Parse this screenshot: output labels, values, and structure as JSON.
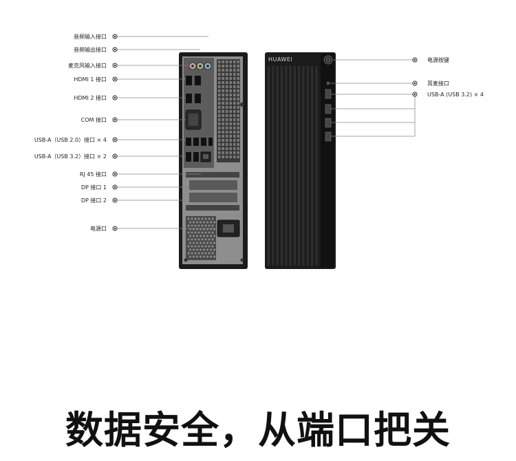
{
  "rear_ports": [
    "音频输入接口",
    "音频输出接口",
    "麦克风输入接口",
    "HDMI 1 接口",
    "HDMI 2 接口",
    "COM 接口",
    "USB-A（USB 2.0）接口 × 4",
    "USB-A（USB 3.2）接口 × 2",
    "RJ 45 接口",
    "DP 接口 1",
    "DP 接口 2",
    "电源口"
  ],
  "front_ports": {
    "power_button": "电源按键",
    "headphone_jack": "耳麦接口",
    "usb_front": "USB-A (USB 3.2) × 4"
  },
  "brand": "HUAWEI",
  "headline": "数据安全，从端口把关",
  "colors": {
    "case": "#1c1c1c",
    "panel": "#9a9a9a",
    "audio_in": "#d9a5a8",
    "audio_out": "#a8c58a",
    "mic": "#8fb4cf",
    "text": "#222222"
  }
}
